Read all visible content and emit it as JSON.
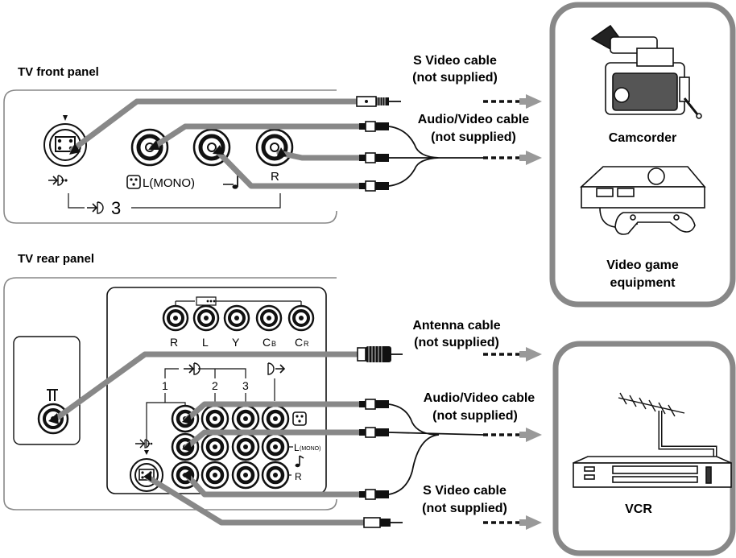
{
  "front_panel": {
    "title": "TV front panel",
    "l_mono": "L(MONO)",
    "r": "R",
    "input_number": "3"
  },
  "rear_panel": {
    "title": "TV rear panel",
    "component_labels": [
      "R",
      "L",
      "Y",
      "C",
      "C"
    ],
    "component_subs": [
      "B",
      "R"
    ],
    "input_numbers": [
      "1",
      "2",
      "3"
    ],
    "l_mono": "L",
    "mono_small": "(MONO)",
    "r": "R"
  },
  "cables": {
    "s_video_1": [
      "S Video cable",
      "(not supplied)"
    ],
    "av_1": [
      "Audio/Video cable",
      "(not supplied)"
    ],
    "antenna": [
      "Antenna cable",
      "(not supplied)"
    ],
    "av_2": [
      "Audio/Video cable",
      "(not supplied)"
    ],
    "s_video_2": [
      "S Video cable",
      "(not supplied)"
    ]
  },
  "devices": {
    "camcorder": "Camcorder",
    "game": [
      "Video game",
      "equipment"
    ],
    "vcr": "VCR"
  }
}
